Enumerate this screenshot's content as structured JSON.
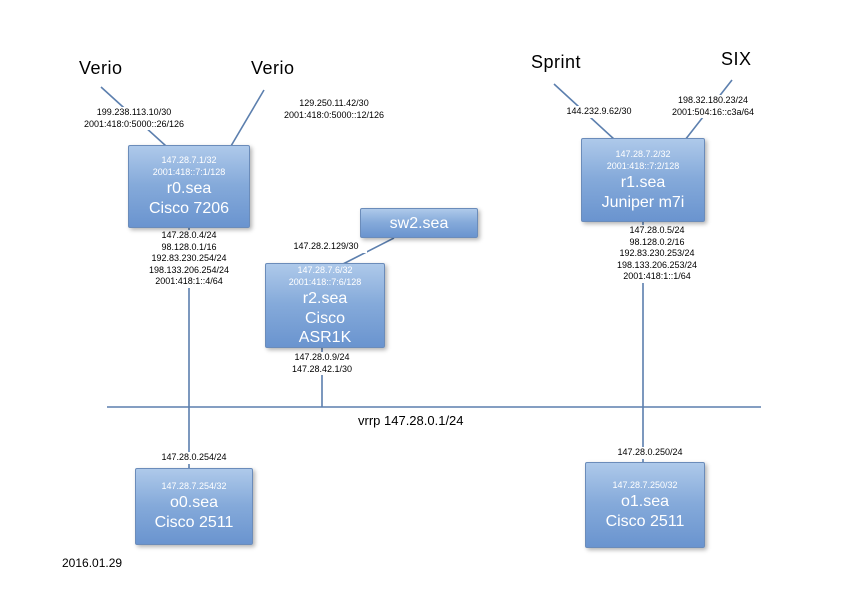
{
  "meta": {
    "date": "2016.01.29"
  },
  "uplinks": [
    {
      "name": "Verio",
      "ips": [
        "199.238.113.10/30",
        "2001:418:0:5000::26/126"
      ]
    },
    {
      "name": "Verio",
      "ips": [
        "129.250.11.42/30",
        "2001:418:0:5000::12/126"
      ]
    },
    {
      "name": "Sprint",
      "ips": [
        "144.232.9.62/30"
      ]
    },
    {
      "name": "SIX",
      "ips": [
        "198.32.180.23/24",
        "2001:504:16::c3a/64"
      ]
    }
  ],
  "routers": {
    "r0": {
      "loopback4": "147.28.7.1/32",
      "loopback6": "2001:418::7:1/128",
      "name": "r0.sea",
      "model": "Cisco 7206",
      "interfaces": [
        "147.28.0.4/24",
        "98.128.0.1/16",
        "192.83.230.254/24",
        "198.133.206.254/24",
        "2001:418:1::4/64"
      ]
    },
    "r1": {
      "loopback4": "147.28.7.2/32",
      "loopback6": "2001:418::7:2/128",
      "name": "r1.sea",
      "model": "Juniper m7i",
      "interfaces": [
        "147.28.0.5/24",
        "98.128.0.2/16",
        "192.83.230.253/24",
        "198.133.206.253/24",
        "2001:418:1::1/64"
      ]
    },
    "r2": {
      "loopback4": "147.28.7.6/32",
      "loopback6": "2001:418::7:6/128",
      "name": "r2.sea",
      "model": [
        "Cisco",
        "ASR1K"
      ],
      "interfaces": [
        "147.28.0.9/24",
        "147.28.42.1/30"
      ]
    },
    "sw2": {
      "name": "sw2.sea"
    },
    "o0": {
      "loopback4": "147.28.7.254/32",
      "name": "o0.sea",
      "model": "Cisco 2511"
    },
    "o1": {
      "loopback4": "147.28.7.250/32",
      "name": "o1.sea",
      "model": "Cisco 2511"
    }
  },
  "links": {
    "vrrp_label": "vrrp 147.28.0.1/24",
    "r2_sw2_ip": "147.28.2.129/30",
    "o0_lan_ip": "147.28.0.254/24",
    "o1_lan_ip": "147.28.0.250/24"
  }
}
